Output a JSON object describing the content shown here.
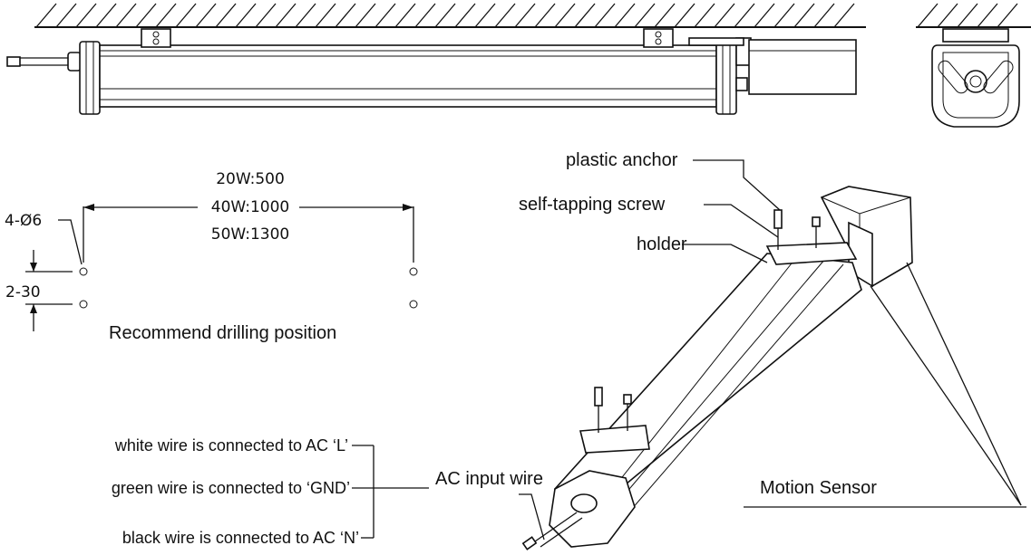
{
  "dimensions": {
    "spacing_lines": [
      "20W:500",
      "40W:1000",
      "50W:1300"
    ],
    "hole_spec": "4-Ø6",
    "row_gap": "2-30",
    "caption": "Recommend drilling position"
  },
  "callouts": {
    "plastic_anchor": "plastic anchor",
    "self_tapping_screw": "self-tapping screw",
    "holder": "holder",
    "motion_sensor": "Motion Sensor",
    "ac_input_wire": "AC input wire"
  },
  "wiring": [
    "white wire is connected to AC ‘L’",
    "green wire is connected to ‘GND’",
    "black wire is connected to AC ‘N’"
  ]
}
